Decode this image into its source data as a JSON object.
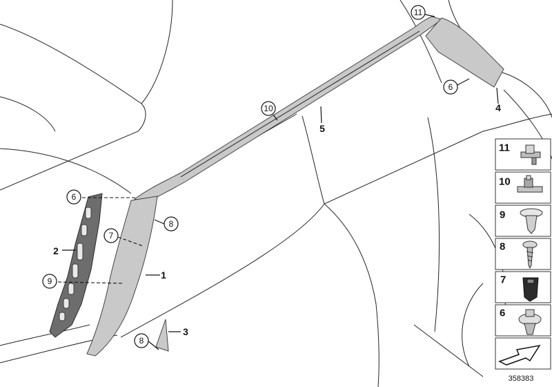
{
  "callouts": {
    "c11_top": "11",
    "c6_top": "6",
    "c4": "4",
    "c10": "10",
    "c5": "5",
    "c6_left": "6",
    "c8_right": "8",
    "c7": "7",
    "c2": "2",
    "c1": "1",
    "c9": "9",
    "c3": "3",
    "c8_bottom": "8"
  },
  "legend": {
    "items": [
      {
        "number": "11",
        "icon": "snap-clip-icon"
      },
      {
        "number": "10",
        "icon": "clip-icon"
      },
      {
        "number": "9",
        "icon": "push-rivet-icon"
      },
      {
        "number": "8",
        "icon": "screw-icon"
      },
      {
        "number": "7",
        "icon": "grommet-nut-icon"
      },
      {
        "number": "6",
        "icon": "expanding-rivet-icon"
      }
    ],
    "direction_icon": "direction-arrow-icon"
  },
  "drawing_number": "358383",
  "colors": {
    "trim_fill": "#c9c9c9",
    "bracket_fill": "#6d6d6d",
    "line": "#222222"
  }
}
